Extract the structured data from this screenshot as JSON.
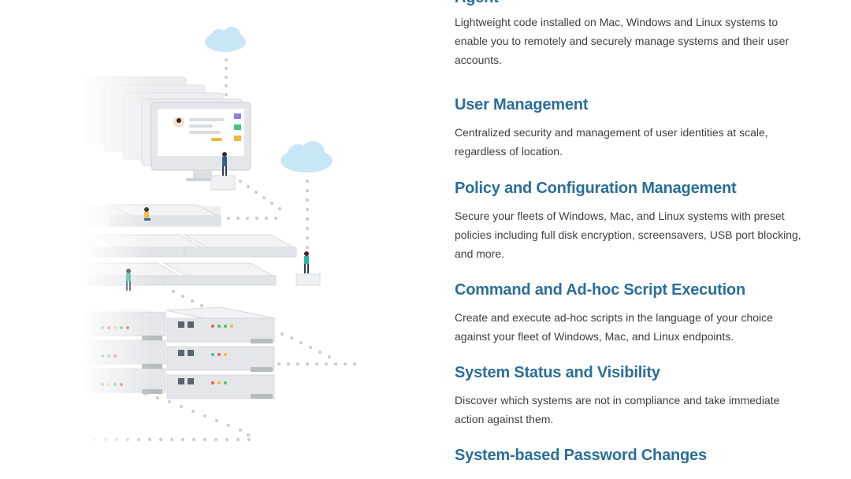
{
  "features": [
    {
      "title": "Agent",
      "description": "Lightweight code installed on Mac, Windows and Linux systems to enable you to remotely and securely manage systems and their user accounts."
    },
    {
      "title": "User Management",
      "description": "Centralized security and management of user identities at scale, regardless of location."
    },
    {
      "title": "Policy and Configuration Management",
      "description": "Secure your fleets of Windows, Mac, and Linux systems with preset policies including full disk encryption, screensavers, USB port blocking, and more."
    },
    {
      "title": "Command and Ad-hoc Script Execution",
      "description": "Create and execute ad-hoc scripts in the language of your choice against your fleet of Windows, Mac, and Linux endpoints."
    },
    {
      "title": "System Status and Visibility",
      "description": "Discover which systems are not in compliance and take immediate action against them."
    },
    {
      "title": "System-based Password Changes",
      "description": ""
    }
  ],
  "colors": {
    "heading": "#2a6e99",
    "body_text": "#3a3f44",
    "cloud": "#c9e6f7",
    "server": "#e6e8ea",
    "accent_yellow": "#f2b83a",
    "accent_green": "#48c479",
    "accent_red": "#f25a5a",
    "accent_teal": "#2bb3a3"
  },
  "illustration": {
    "name": "infrastructure-illustration"
  }
}
